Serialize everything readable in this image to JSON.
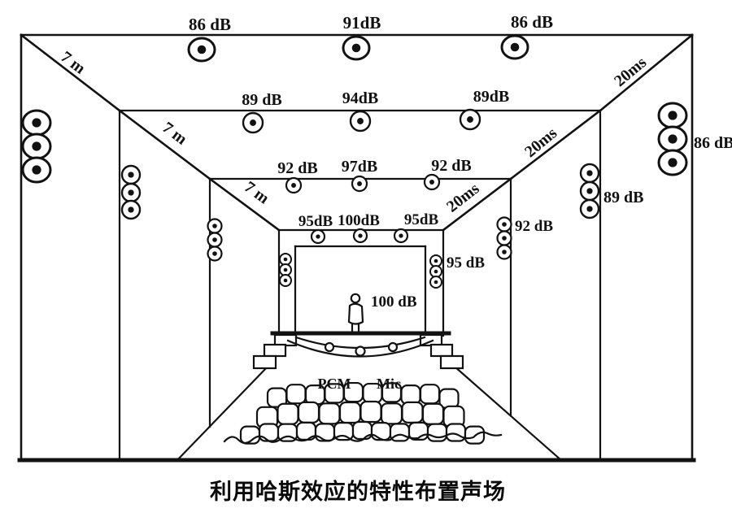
{
  "caption": "利用哈斯效应的特性布置声场",
  "ceiling": {
    "row1": {
      "left": "86 dB",
      "center": "91dB",
      "right": "86 dB"
    },
    "row2": {
      "left": "89 dB",
      "center": "94dB",
      "right": "89dB"
    },
    "row3": {
      "left": "92 dB",
      "center": "97dB",
      "right": "92 dB"
    },
    "row4": {
      "left": "95dB",
      "center": "100dB",
      "right": "95dB"
    }
  },
  "distances": {
    "d1": "7 m",
    "d2": "7 m",
    "d3": "7 m"
  },
  "delays": {
    "t1": "20ms",
    "t2": "20ms",
    "t3": "20ms"
  },
  "side_right": {
    "outer": "86 dB",
    "second": "89 dB",
    "third": "92 dB",
    "inner": "95 dB"
  },
  "stage": {
    "source_level": "100 dB",
    "pcm": "PCM",
    "mic": "Mic"
  }
}
